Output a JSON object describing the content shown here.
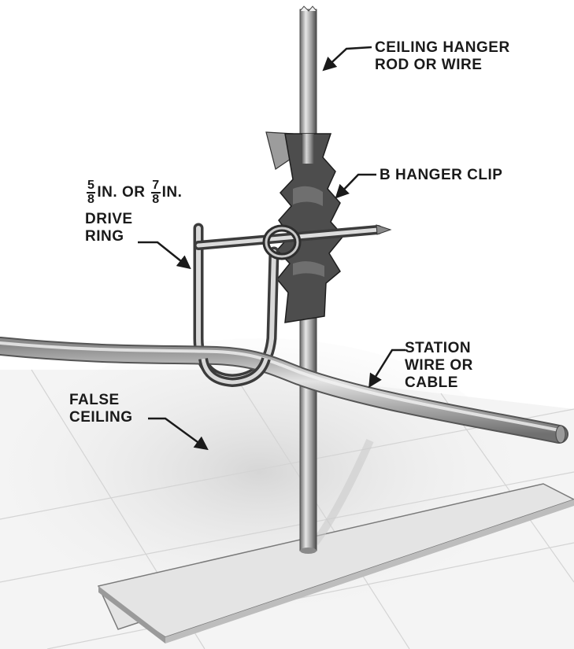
{
  "labels": {
    "hanger_rod_line1": "CEILING HANGER",
    "hanger_rod_line2": "ROD OR WIRE",
    "hanger_clip": "B HANGER CLIP",
    "drive_ring_size_a_num": "5",
    "drive_ring_size_a_den": "8",
    "drive_ring_size_sep": "IN. OR",
    "drive_ring_size_b_num": "7",
    "drive_ring_size_b_den": "8",
    "drive_ring_size_unit": "IN.",
    "drive_ring_line2": "DRIVE",
    "drive_ring_line3": "RING",
    "station_wire_line1": "STATION",
    "station_wire_line2": "WIRE OR",
    "station_wire_line3": "CABLE",
    "false_ceiling_line1": "FALSE",
    "false_ceiling_line2": "CEILING"
  },
  "colors": {
    "ink": "#1a1a1a",
    "metal_dark": "#3a3a3a",
    "metal_light": "#cfcfcf",
    "cable": "#b9b9b9",
    "ceiling": "#ececec"
  }
}
